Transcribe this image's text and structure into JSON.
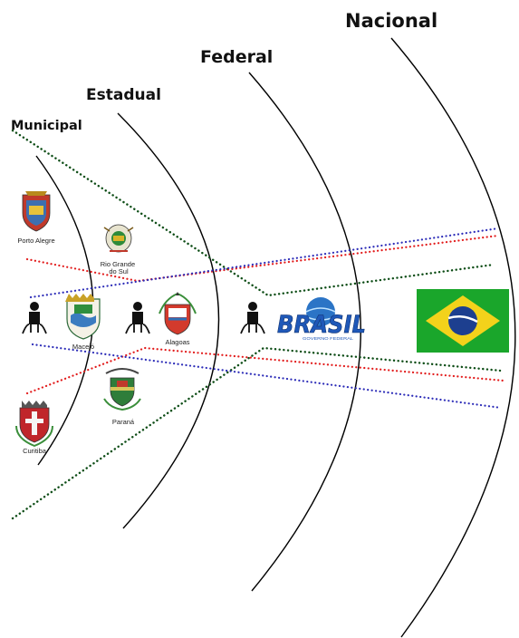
{
  "levels": {
    "municipal": "Municipal",
    "estadual": "Estadual",
    "federal": "Federal",
    "nacional": "Nacional"
  },
  "places": {
    "porto_alegre": "Porto Alegre",
    "rio_grande_do_sul_line1": "Rio Grande",
    "rio_grande_do_sul_line2": "do Sul",
    "maceio": "Maceió",
    "alagoas": "Alagoas",
    "parana": "Paraná",
    "curitiba": "Curitiba"
  },
  "logo": {
    "brasil_wordmark": "BRASIL",
    "brasil_tagline": "GOVERNO FEDERAL"
  },
  "colors": {
    "green_dots": "#0d4d16",
    "red_dots": "#e21b1b",
    "blue_dots": "#2d2db8",
    "flag_green": "#1aa62b",
    "flag_yellow": "#f3d21b",
    "flag_blue": "#1d3f8f"
  }
}
